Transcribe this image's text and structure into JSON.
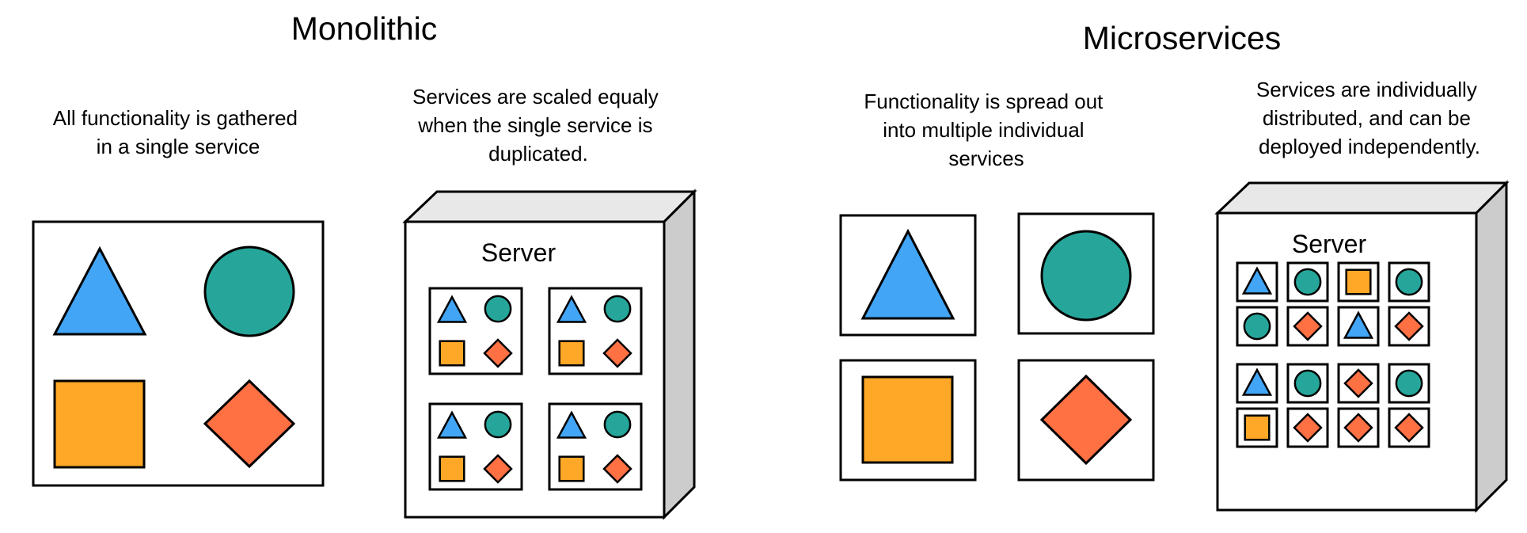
{
  "colors": {
    "triangle": "#42A5F5",
    "circle": "#26A69A",
    "square": "#FFA726",
    "diamond": "#FF7043",
    "server_top": "#E8E8E8",
    "server_side": "#CCCCCC"
  },
  "shape_icons": [
    "triangle-icon",
    "circle-icon",
    "square-icon",
    "diamond-icon"
  ],
  "monolithic": {
    "title": "Monolithic",
    "single_caption": [
      "All functionality is gathered",
      "in a single service"
    ],
    "scaled_caption": [
      "Services are scaled equaly",
      "when the single service is",
      "duplicated."
    ],
    "server_label": "Server",
    "replica_count": 4
  },
  "microservices": {
    "title": "Microservices",
    "spread_caption": [
      "Functionality is spread out",
      "into multiple individual",
      "services"
    ],
    "distributed_caption": [
      "Services are individually",
      "distributed, and can be",
      "deployed independently."
    ],
    "server_label": "Server",
    "service_grid": [
      [
        "triangle",
        "circle",
        "square",
        "circle"
      ],
      [
        "circle",
        "diamond",
        "triangle",
        "diamond"
      ],
      [
        "triangle",
        "circle",
        "diamond",
        "circle"
      ],
      [
        "square",
        "diamond",
        "diamond",
        "diamond"
      ]
    ]
  }
}
